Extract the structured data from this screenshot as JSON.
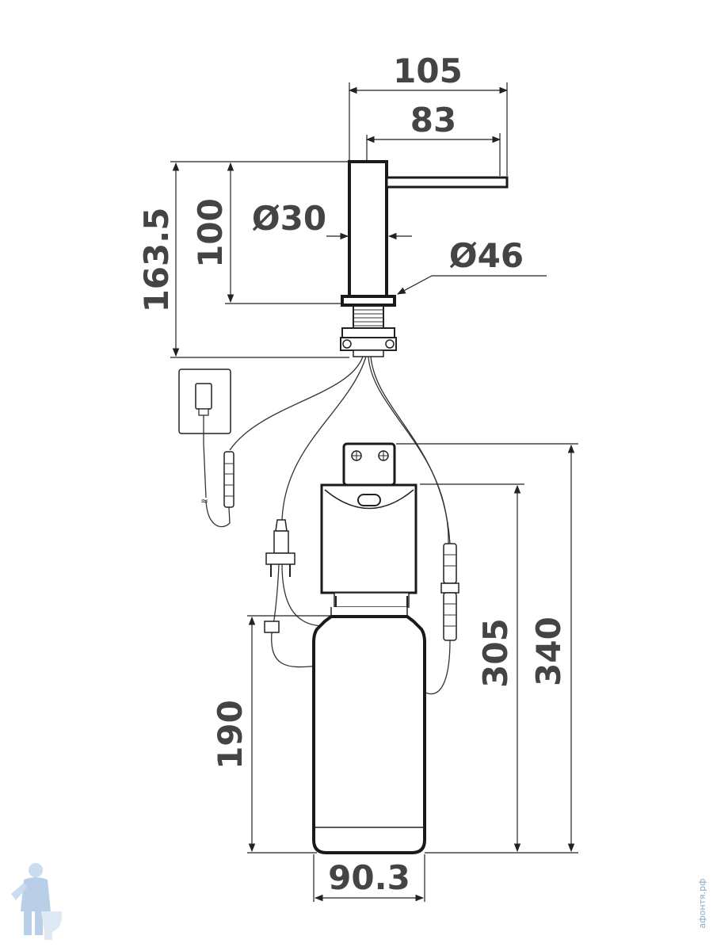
{
  "dimensions": {
    "overall_width": "105",
    "spout_length": "83",
    "total_height": "163.5",
    "body_height": "100",
    "body_diameter": "Ø30",
    "base_diameter": "Ø46",
    "pump_height": "305",
    "total_unit_height": "340",
    "bottle_height": "190",
    "bottle_width": "90.3"
  },
  "watermark": {
    "site": "афонтя.рф"
  },
  "colors": {
    "line": "#1a1a1a",
    "dimension_text": "#444444",
    "watermark": "#8aa8c8"
  }
}
